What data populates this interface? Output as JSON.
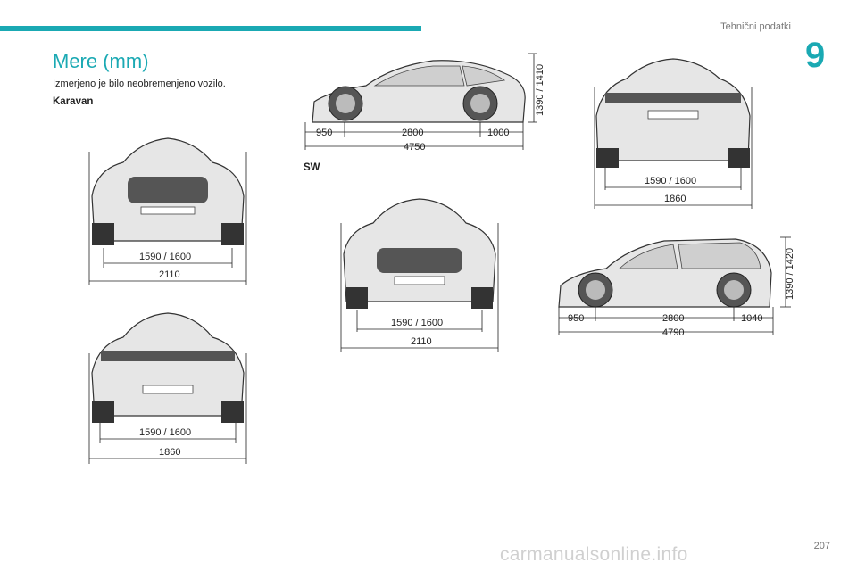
{
  "header": {
    "section_title": "Tehnični podatki",
    "chapter_number": "9"
  },
  "page": {
    "title": "Mere (mm)",
    "intro": "Izmerjeno je bilo neobremenjeno vozilo.",
    "page_number": "207"
  },
  "sections": {
    "karavan": "Karavan",
    "sw": "SW"
  },
  "figures": {
    "fastback_side": {
      "front_overhang": "950",
      "wheelbase": "2800",
      "rear_overhang": "1000",
      "length": "4750",
      "height": "1390 / 1410"
    },
    "fastback_front": {
      "track": "1590 / 1600",
      "width": "2110"
    },
    "fastback_rear": {
      "track": "1590 / 1600",
      "width": "1860"
    },
    "rear_top_right": {
      "track": "1590 / 1600",
      "width": "1860"
    },
    "sw_front": {
      "track": "1590 / 1600",
      "width": "2110"
    },
    "sw_side": {
      "front_overhang": "950",
      "wheelbase": "2800",
      "rear_overhang": "1040",
      "length": "4790",
      "height": "1390 / 1420"
    }
  },
  "watermark": "carmanualsonline.info"
}
